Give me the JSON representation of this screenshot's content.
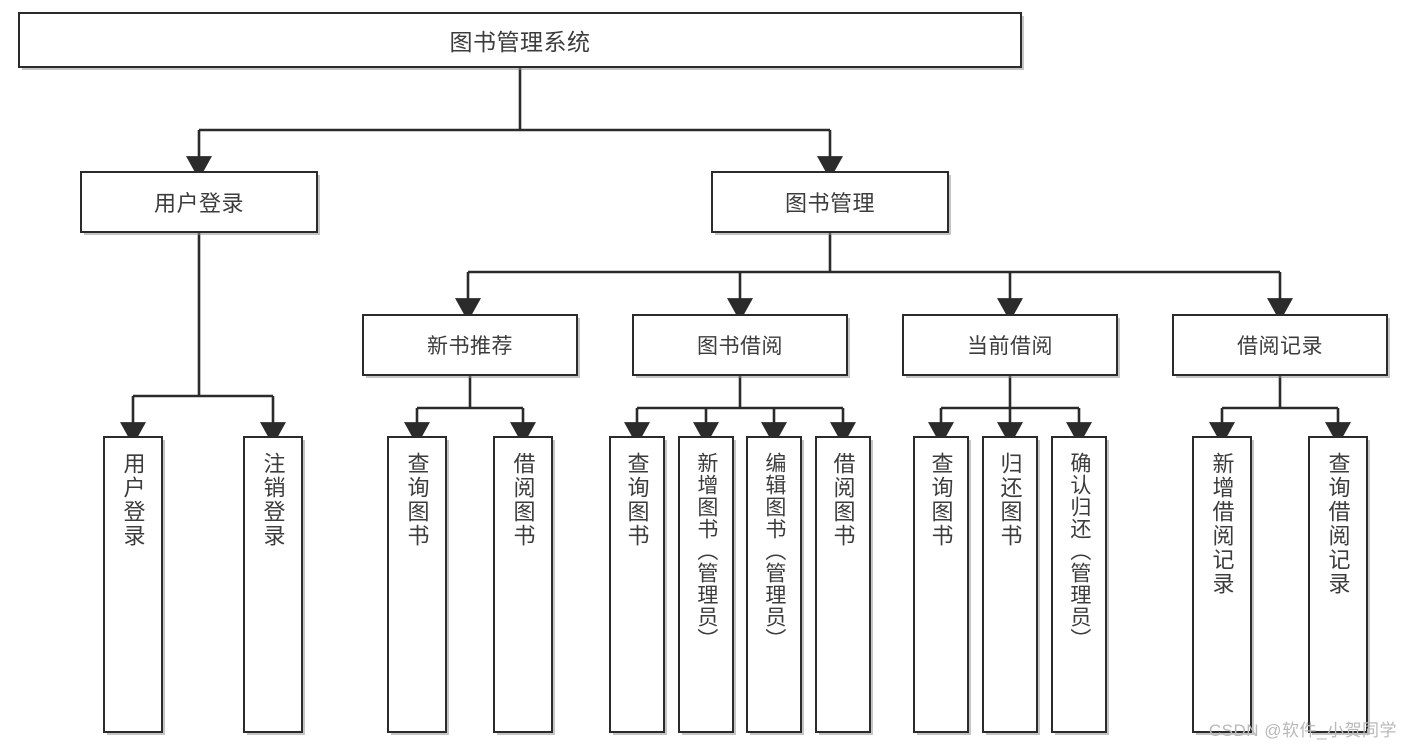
{
  "diagram": {
    "title": "图书管理系统",
    "type": "hierarchy-tree",
    "root": {
      "label": "图书管理系统"
    },
    "level2": [
      {
        "label": "用户登录"
      },
      {
        "label": "图书管理"
      }
    ],
    "level3": [
      {
        "label": "新书推荐"
      },
      {
        "label": "图书借阅"
      },
      {
        "label": "当前借阅"
      },
      {
        "label": "借阅记录"
      }
    ],
    "leaves": {
      "user_login": [
        {
          "label": "用户登录"
        },
        {
          "label": "注销登录"
        }
      ],
      "new_book": [
        {
          "label": "查询图书"
        },
        {
          "label": "借阅图书"
        }
      ],
      "book_borrow": [
        {
          "label": "查询图书"
        },
        {
          "label": "新增图书（管理员）"
        },
        {
          "label": "编辑图书（管理员）"
        },
        {
          "label": "借阅图书"
        }
      ],
      "current_borrow": [
        {
          "label": "查询图书"
        },
        {
          "label": "归还图书"
        },
        {
          "label": "确认归还（管理员）"
        }
      ],
      "borrow_record": [
        {
          "label": "新增借阅记录"
        },
        {
          "label": "查询借阅记录"
        }
      ]
    }
  },
  "watermark": {
    "text": "CSDN @软件_小贺同学"
  },
  "colors": {
    "border": "#2b2b2b",
    "text": "#3c3c3c",
    "background": "#ffffff",
    "watermark": "#b9b9b9"
  }
}
